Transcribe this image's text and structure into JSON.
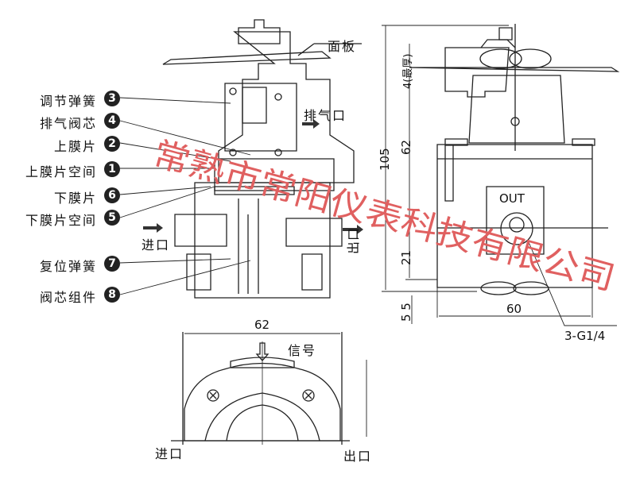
{
  "title_label": "面板",
  "parts": [
    {
      "label": "调节弹簧",
      "num": "3"
    },
    {
      "label": "排气阀芯",
      "num": "4"
    },
    {
      "label": "上膜片",
      "num": "2"
    },
    {
      "label": "上膜片空间",
      "num": "1"
    },
    {
      "label": "下膜片",
      "num": "6"
    },
    {
      "label": "下膜片空间",
      "num": "5"
    },
    {
      "label": "复位弹簧",
      "num": "7"
    },
    {
      "label": "阀芯组件",
      "num": "8"
    }
  ],
  "ports": {
    "exhaust": "排气口",
    "inlet": "进口",
    "outlet": "出口",
    "signal": "信号",
    "out_mark": "OUT"
  },
  "dimensions": {
    "total_height": "105",
    "upper_height": "62",
    "panel_thickness": "4(最厚)",
    "lower_height": "21",
    "bottom": "5 5",
    "width": "60",
    "thread": "3-G1/4",
    "bottom_width": "62"
  },
  "watermark": "常熟市常阳仪表科技有限公司"
}
